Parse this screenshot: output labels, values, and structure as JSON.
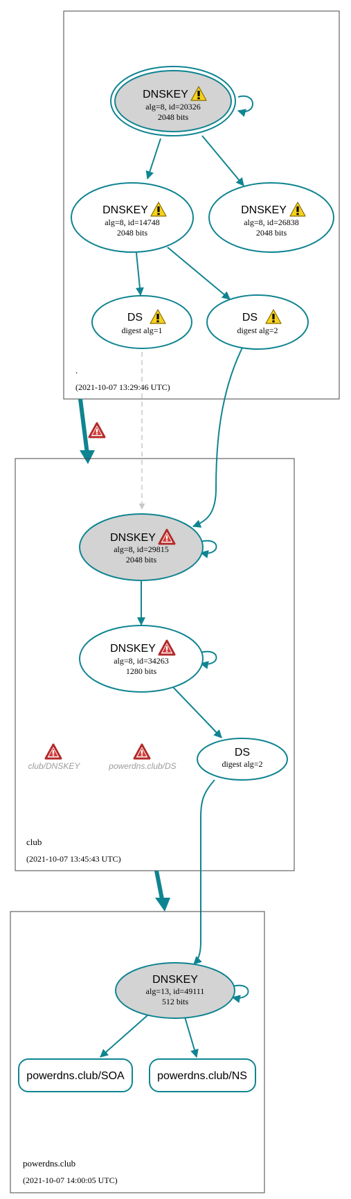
{
  "colors": {
    "edge": "#0f8491",
    "node_fill_ksk": "#d3d3d3",
    "node_fill": "#ffffff",
    "border": "#000000",
    "dashed_edge": "#c8c8c8",
    "warn_yellow": "#f5d21b",
    "warn_red": "#d33a3a",
    "muted_text": "#9b9b9b"
  },
  "icons": {
    "warning": "warning-triangle-icon",
    "error": "error-triangle-icon"
  },
  "zones": {
    "root": {
      "name": ".",
      "timestamp": "(2021-10-07 13:29:46 UTC)",
      "nodes": {
        "ksk": {
          "title": "DNSKEY",
          "line1": "alg=8, id=20326",
          "line2": "2048 bits",
          "status": "warning"
        },
        "zsk1": {
          "title": "DNSKEY",
          "line1": "alg=8, id=14748",
          "line2": "2048 bits",
          "status": "warning"
        },
        "zsk2": {
          "title": "DNSKEY",
          "line1": "alg=8, id=26838",
          "line2": "2048 bits",
          "status": "warning"
        },
        "ds1": {
          "title": "DS",
          "line1": "digest alg=1",
          "status": "warning"
        },
        "ds2": {
          "title": "DS",
          "line1": "digest alg=2",
          "status": "warning"
        }
      }
    },
    "club": {
      "name": "club",
      "timestamp": "(2021-10-07 13:45:43 UTC)",
      "nodes": {
        "ksk": {
          "title": "DNSKEY",
          "line1": "alg=8, id=29815",
          "line2": "2048 bits",
          "status": "error"
        },
        "zsk": {
          "title": "DNSKEY",
          "line1": "alg=8, id=34263",
          "line2": "1280 bits",
          "status": "error"
        },
        "ds": {
          "title": "DS",
          "line1": "digest alg=2"
        }
      },
      "errors": [
        {
          "label": "club/DNSKEY"
        },
        {
          "label": "powerdns.club/DS"
        }
      ]
    },
    "powerdns": {
      "name": "powerdns.club",
      "timestamp": "(2021-10-07 14:00:05 UTC)",
      "nodes": {
        "key": {
          "title": "DNSKEY",
          "line1": "alg=13, id=49111",
          "line2": "512 bits"
        },
        "soa": {
          "label": "powerdns.club/SOA"
        },
        "ns": {
          "label": "powerdns.club/NS"
        }
      }
    }
  }
}
